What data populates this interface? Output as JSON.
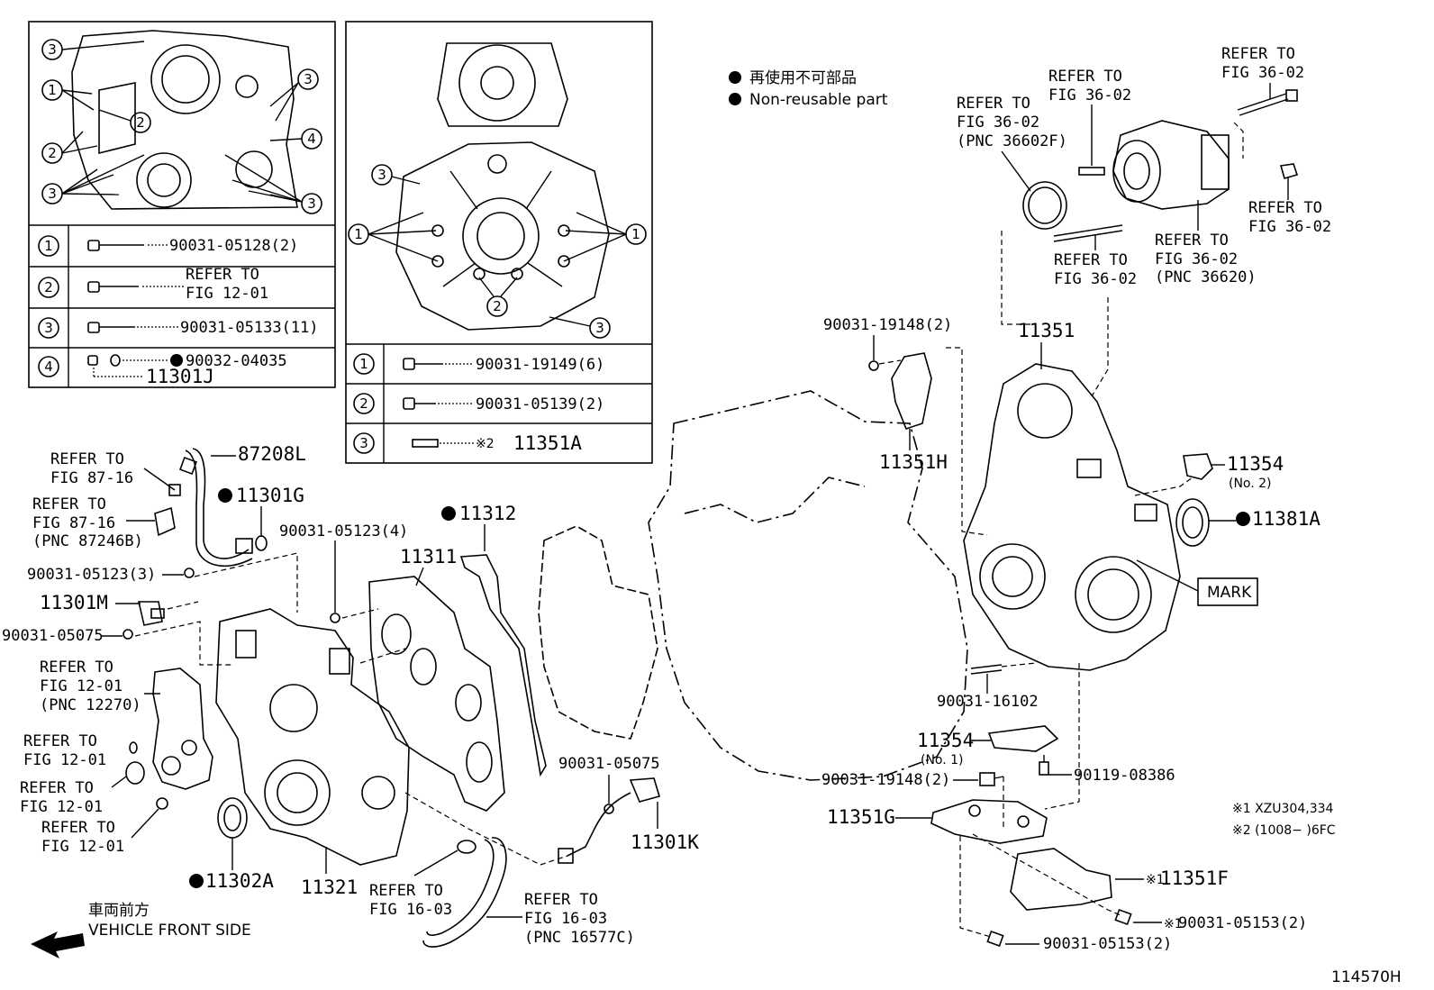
{
  "legend": {
    "jp": "再使用不可部品",
    "en": "Non-reusable part"
  },
  "inset_left": {
    "rows": [
      {
        "num": "1",
        "part": "90031-05128(2)"
      },
      {
        "num": "2",
        "part_line1": "REFER TO",
        "part_line2": "FIG 12-01"
      },
      {
        "num": "3",
        "part": "90031-05133(11)"
      },
      {
        "num": "4",
        "part": "90032-04035",
        "sub": "11301J"
      }
    ],
    "callouts": [
      "3",
      "1",
      "2",
      "2",
      "3",
      "3",
      "4",
      "3"
    ]
  },
  "inset_right": {
    "rows": [
      {
        "num": "1",
        "part": "90031-19149(6)"
      },
      {
        "num": "2",
        "part": "90031-05139(2)"
      },
      {
        "num": "3",
        "mark": "※2",
        "part": "11351A"
      }
    ],
    "callouts": [
      "3",
      "1",
      "1",
      "2",
      "3"
    ]
  },
  "labels": {
    "refer_87_16_a": [
      "REFER TO",
      "FIG 87-16"
    ],
    "p87208L": "87208L",
    "p11301G": "11301G",
    "refer_87_16_b": [
      "REFER TO",
      "FIG 87-16",
      "(PNC 87246B)"
    ],
    "p90031_05123_3": "90031-05123(3)",
    "p11301M": "11301M",
    "p90031_05075_a": "90031-05075",
    "refer_12_01_a": [
      "REFER TO",
      "FIG 12-01",
      "(PNC 12270)"
    ],
    "refer_12_01_b": [
      "REFER TO",
      "FIG 12-01"
    ],
    "refer_12_01_c": [
      "REFER TO",
      "FIG 12-01"
    ],
    "refer_12_01_d": [
      "REFER TO",
      "FIG 12-01"
    ],
    "p11302A": "11302A",
    "p11321": "11321",
    "p90031_05123_4": "90031-05123(4)",
    "p11311": "11311",
    "p11312": "11312",
    "refer_16_03_a": [
      "REFER TO",
      "FIG 16-03"
    ],
    "refer_16_03_b": [
      "REFER TO",
      "FIG 16-03",
      "(PNC 16577C)"
    ],
    "p90031_05075_b": "90031-05075",
    "p11301K": "11301K",
    "front_jp": "車両前方",
    "front_en": "VEHICLE FRONT SIDE",
    "p90031_19148_2a": "90031-19148(2)",
    "p11351H": "11351H",
    "p11351": "11351",
    "refer_36_02_a": [
      "REFER TO",
      "FIG 36-02",
      "(PNC 36602F)"
    ],
    "refer_36_02_b": [
      "REFER TO",
      "FIG 36-02"
    ],
    "refer_36_02_c": [
      "REFER TO",
      "FIG 36-02"
    ],
    "refer_36_02_d": [
      "REFER TO",
      "FIG 36-02"
    ],
    "refer_36_02_e": [
      "REFER TO",
      "FIG 36-02"
    ],
    "refer_36_02_f": [
      "REFER TO",
      "FIG 36-02",
      "(PNC 36620)"
    ],
    "p11354_no2": "11354",
    "no2": "(No. 2)",
    "p11381A": "11381A",
    "mark": "MARK",
    "p90031_16102": "90031-16102",
    "p11354_no1": "11354",
    "no1": "(No. 1)",
    "p90031_19148_2b": "90031-19148(2)",
    "p90119_08386": "90119-08386",
    "p11351G": "11351G",
    "p11351F_mark": "※1",
    "p11351F": "11351F",
    "p90031_05153_a_mark": "※1",
    "p90031_05153_a": "90031-05153(2)",
    "p90031_05153_b": "90031-05153(2)",
    "note1": "※1 XZU304,334",
    "note2": "※2 (1008−      )6FC",
    "fig_id": "114570H"
  }
}
